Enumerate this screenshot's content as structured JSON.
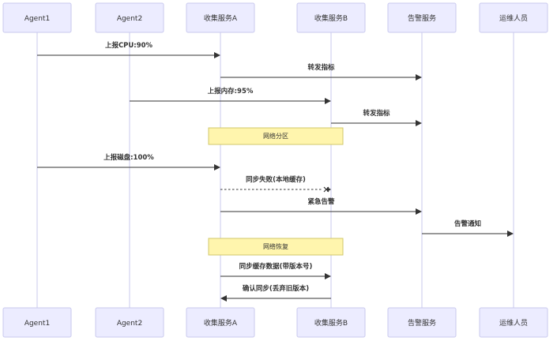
{
  "diagram": {
    "type": "sequence",
    "participants": [
      {
        "id": "agent1",
        "label": "Agent1"
      },
      {
        "id": "agent2",
        "label": "Agent2"
      },
      {
        "id": "collectorA",
        "label": "收集服务A"
      },
      {
        "id": "collectorB",
        "label": "收集服务B"
      },
      {
        "id": "alerting",
        "label": "告警服务"
      },
      {
        "id": "ops",
        "label": "运维人员"
      }
    ],
    "events": [
      {
        "kind": "message",
        "from": "agent1",
        "to": "collectorA",
        "label": "上报CPU:90%",
        "style": "solid",
        "head": "arrow"
      },
      {
        "kind": "message",
        "from": "collectorA",
        "to": "alerting",
        "label": "转发指标",
        "style": "solid",
        "head": "arrow"
      },
      {
        "kind": "message",
        "from": "agent2",
        "to": "collectorB",
        "label": "上报内存:95%",
        "style": "solid",
        "head": "arrow"
      },
      {
        "kind": "message",
        "from": "collectorB",
        "to": "alerting",
        "label": "转发指标",
        "style": "solid",
        "head": "arrow"
      },
      {
        "kind": "note",
        "over": [
          "collectorA",
          "collectorB"
        ],
        "label": "网络分区"
      },
      {
        "kind": "message",
        "from": "agent1",
        "to": "collectorA",
        "label": "上报磁盘:100%",
        "style": "solid",
        "head": "arrow"
      },
      {
        "kind": "message",
        "from": "collectorA",
        "to": "collectorB",
        "label": "同步失败(本地缓存)",
        "style": "dotted",
        "head": "cross"
      },
      {
        "kind": "message",
        "from": "collectorA",
        "to": "alerting",
        "label": "紧急告警",
        "style": "solid",
        "head": "arrow"
      },
      {
        "kind": "message",
        "from": "alerting",
        "to": "ops",
        "label": "告警通知",
        "style": "solid",
        "head": "arrow"
      },
      {
        "kind": "note",
        "over": [
          "collectorA",
          "collectorB"
        ],
        "label": "网络恢复"
      },
      {
        "kind": "message",
        "from": "collectorA",
        "to": "collectorB",
        "label": "同步缓存数据(带版本号)",
        "style": "solid",
        "head": "arrow"
      },
      {
        "kind": "message",
        "from": "collectorB",
        "to": "collectorA",
        "label": "确认同步(丢弃旧版本)",
        "style": "solid",
        "head": "arrow"
      }
    ]
  }
}
